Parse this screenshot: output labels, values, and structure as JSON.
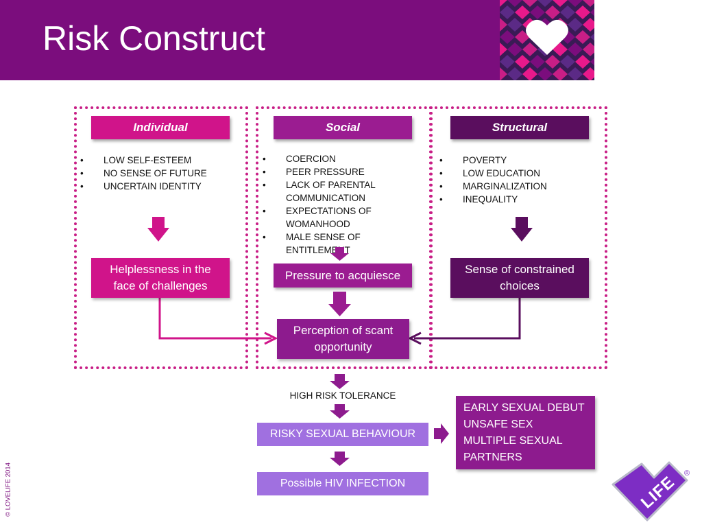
{
  "slide": {
    "title": "Risk Construct",
    "copyright": "© LOVELIFE 2014"
  },
  "columns": [
    {
      "label": "Individual",
      "items": [
        "LOW SELF-ESTEEM",
        "NO SENSE OF FUTURE",
        "UNCERTAIN IDENTITY"
      ],
      "outcome": "Helplessness in the face of challenges"
    },
    {
      "label": "Social",
      "items": [
        "COERCION",
        "PEER PRESSURE",
        "LACK OF PARENTAL COMMUNICATION",
        "EXPECTATIONS OF WOMANHOOD",
        "MALE SENSE OF ENTITLEMENT"
      ],
      "outcome": "Pressure to acquiesce"
    },
    {
      "label": "Structural",
      "items": [
        "POVERTY",
        "LOW EDUCATION",
        "MARGINALIZATION",
        "INEQUALITY"
      ],
      "outcome": "Sense of constrained choices"
    }
  ],
  "flow": {
    "perception": "Perception of scant opportunity",
    "tolerance": "HIGH RISK TOLERANCE",
    "behaviour": "RISKY SEXUAL BEHAVIOUR",
    "infection": "Possible HIV INFECTION",
    "outcomes": [
      "EARLY SEXUAL DEBUT",
      "UNSAFE SEX",
      "MULTIPLE SEXUAL PARTNERS"
    ]
  },
  "logo": {
    "text": "LIFE",
    "mark": "®"
  },
  "colors": {
    "purple": "#7b0d7d",
    "magenta": "#d0148a",
    "social": "#9b1c91",
    "dark_purple": "#5a0e5e",
    "violet": "#a070e0",
    "flow_purple": "#8d1b8e",
    "logo_purple": "#7d2dc4"
  }
}
